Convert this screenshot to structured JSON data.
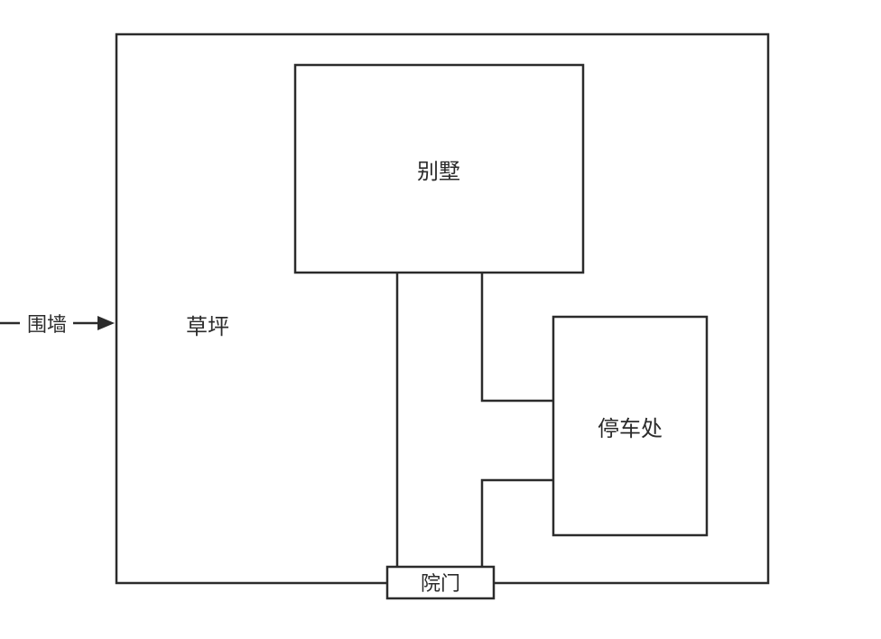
{
  "diagram": {
    "labels": {
      "villa": "别墅",
      "lawn": "草坪",
      "parking": "停车处",
      "gate": "院门",
      "wall": "围墙"
    },
    "colors": {
      "stroke": "#2b2b2b",
      "text": "#2b2b2b",
      "background": "#ffffff"
    }
  }
}
